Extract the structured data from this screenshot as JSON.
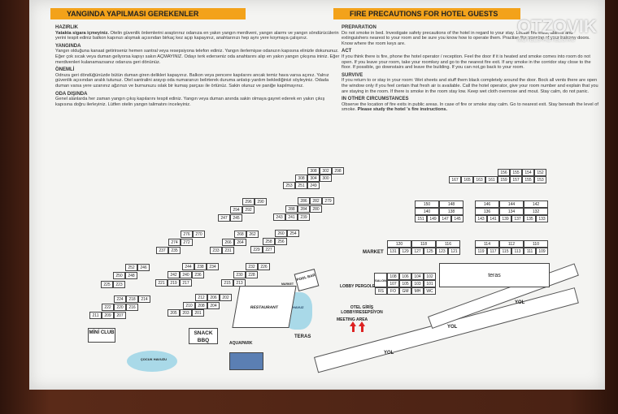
{
  "tr": {
    "title": "YANGINDA YAPILMASI GEREKENLER",
    "h1": "HAZIRLIK",
    "p1b": "Yatakta sigara içmeyiniz.",
    "p1": "Otelin güvenlik önlemlerini araştırınız odanıza en yakın yangın merdiveni, yangın alarmı ve yangın söndürücülerin yerini tespit ediniz balkon kapınızı alışmak açısından birkaç kez açıp kapayınız, anahtarınızı hep aynı yere koymaya çalışınız.",
    "h2": "YANGINDA",
    "p2": "Yangın olduğuna kanaat getirirseniz hemen santral veya resepsiyona telefon ediniz. Yangın ilerlemişse odanızın kapısına elinizle dokununuz. Eğer çok sıcak veya duman geliyorsa kapıyı sakın AÇMAYINIZ. Odayı terk ederseniz oda anahtarını alıp en yakın yangın çıkışına ininiz. Eğer merdivenleri kulanamazsanız odanıza geri dönünüz.",
    "h3": "ÖNEMLİ",
    "p3": "Odnıza geri döndüğünüzde bütün duman giren delikleri kapayınız. Balkon veya pencere kapılarını ancak temiz hava varsa açınız. Yalnız güvenlik açısından aralık tutunuz. Otel santralini arayıp oda numaranızı belirterek duruma anlatıp yardım beklediğinizi söyleyiniz. Odada duman varsa yere uzanınız ağzınızı ve burnunuzu ıslak bir kumaş parçası ile örtünüz. Sakin olunuz ve paniğe kapılmayınız.",
    "h4": "ODA DIŞINDA",
    "p4": "Genel alanlarda her zaman yangın çıkış kapılarını tespit ediniz. Yangın veya duman anında sakin olmaya gayret ederek en yakın çıkış kapısına doğru ilerleyiniz. Lütfen otelin yangın talimatını inceleyiniz."
  },
  "en": {
    "title": "FIRE PRECAUTIONS FOR HOTEL GUESTS",
    "h1": "PREPARATION",
    "p1": "Do not smoke in bed. Investigate safety precautions of the hotel in regard to your stay. Locate fire exits, alarms and extinguishers nearest to your room and be sure you know how to operate them. Practise the opening of your balcony doors. Know where the room keys are.",
    "h2": "ACT",
    "p2": "If you think there is fire, phone the hotel operator / reception. Feel the door if it is heated and smoke comes into room do not open. If you leave your room, take your roomkey and go to the nearest fire exit. If any smoke in the corridor stay close to the floor. If possible, go downstairs and leave the building. If you can not,go back to your room.",
    "h3": "SURVIVE",
    "p3": "If you return to or stay in your room: Wet sheets and stuff them black completely around the door. Bock all vents there are open the window only if you feel certain that fresh air is available. Call the hotel operator, give your room number and explain that you are staying in the room. If there is smoke in the room stay low. Keep wet cloth overnose and mout. Stay calm, do not panic.",
    "h4": "IN OTHER CIRCUMSTANCES",
    "p4": "Observe the location of fire exits in public areas. In case of fire or smoke stay calm. Go to nearest exit. Stay beneath the level of smoke.",
    "p4b": "Please study the hotel 's fire instructions."
  },
  "watermark": {
    "main": "OTZOVIK",
    "sub": "MOTELS-HOTELS.RU"
  },
  "labels": {
    "market": "MARKET",
    "teras1": "teras",
    "teras2": "TERAS",
    "restaurant": "RESTAURANT",
    "poolbar": "POOL BAR",
    "market2": "MARKET",
    "havuz": "HAVUZ",
    "lobby": "LOBBY PERGOLE",
    "otel_giris": "OTEL GİRİŞ LOBBY/RESEPSİYON",
    "meeting": "MEETING AREA",
    "mini_club": "MİNİ CLUB",
    "snack": "SNACK BBQ",
    "aquapark": "AQUAPARK",
    "cocuk": "ÇOCUK HAVUZU",
    "yol1": "YOL",
    "yol2": "YOL",
    "yol3": "YOL",
    "salon": "SALON",
    "rs": "RS",
    "fo": "FO",
    "gm": "GM",
    "mh": "MH",
    "wc": "WC"
  },
  "rooms": {
    "r1": [
      "308",
      "302",
      "298"
    ],
    "r2": [
      "308",
      "304",
      "300"
    ],
    "r3": [
      "253",
      "251",
      "249"
    ],
    "r4": [
      "296",
      "290"
    ],
    "r5": [
      "294",
      "292"
    ],
    "r6": [
      "247",
      "245"
    ],
    "r7": [
      "286",
      "282",
      "279"
    ],
    "r8": [
      "288",
      "284",
      "280"
    ],
    "r9": [
      "243",
      "241",
      "239"
    ],
    "r10": [
      "268",
      "262"
    ],
    "r11": [
      "266",
      "264"
    ],
    "r12": [
      "233",
      "231"
    ],
    "r13": [
      "260",
      "254"
    ],
    "r14": [
      "258",
      "256"
    ],
    "r15": [
      "229",
      "227"
    ],
    "r16": [
      "276",
      "270"
    ],
    "r17": [
      "274",
      "272"
    ],
    "r18": [
      "237",
      "235"
    ],
    "r19": [
      "252",
      "246"
    ],
    "r20": [
      "250",
      "248"
    ],
    "r21": [
      "225",
      "223"
    ],
    "r22": [
      "244",
      "238",
      "234"
    ],
    "r23": [
      "242",
      "240",
      "236"
    ],
    "r24": [
      "221",
      "219",
      "217"
    ],
    "r25": [
      "232",
      "226"
    ],
    "r26": [
      "230",
      "228"
    ],
    "r27": [
      "215",
      "213"
    ],
    "r28": [
      "224",
      "218",
      "214"
    ],
    "r29": [
      "222",
      "220",
      "216"
    ],
    "r30": [
      "211",
      "209",
      "207"
    ],
    "r31": [
      "212",
      "206",
      "202"
    ],
    "r32": [
      "210",
      "208",
      "204"
    ],
    "r33": [
      "205",
      "203",
      "201"
    ],
    "r34": [
      "156",
      "155",
      "154",
      "152"
    ],
    "r35": [
      "167",
      "165",
      "163",
      "161",
      "159",
      "157",
      "155",
      "153"
    ],
    "r36": [
      "150",
      "148"
    ],
    "r37": [
      "140",
      "138"
    ],
    "r38": [
      "151",
      "149",
      "147",
      "145"
    ],
    "r39": [
      "146",
      "144",
      "142"
    ],
    "r40": [
      "136",
      "134",
      "132"
    ],
    "r41": [
      "143",
      "141",
      "139",
      "137",
      "135",
      "133"
    ],
    "r42": [
      "120",
      "118",
      "116"
    ],
    "r43": [
      "131",
      "129",
      "127",
      "125",
      "123",
      "121"
    ],
    "r44": [
      "114",
      "112",
      "110"
    ],
    "r45": [
      "119",
      "117",
      "115",
      "113",
      "111",
      "109"
    ],
    "r46": [
      "108",
      "106",
      "104",
      "102"
    ],
    "r47": [
      "107",
      "105",
      "103",
      "101"
    ]
  }
}
